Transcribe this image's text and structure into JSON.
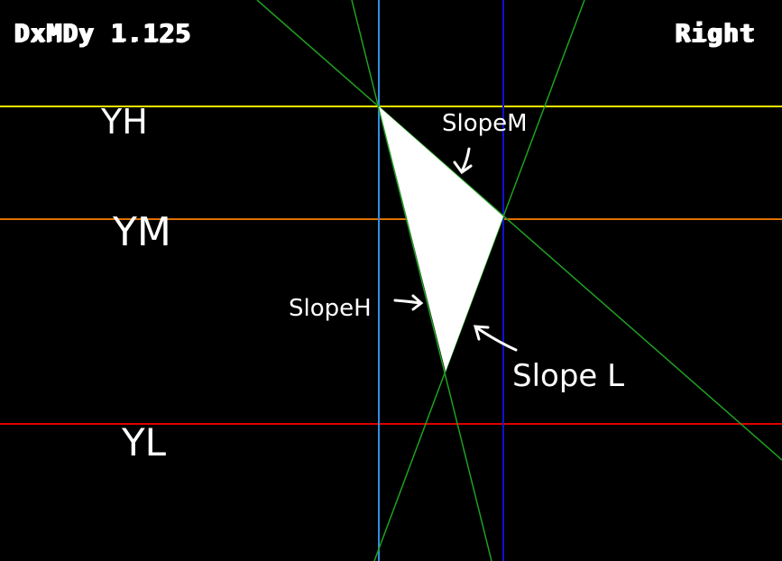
{
  "hud": {
    "left_label": "DxMDy 1.125",
    "right_label": "Right"
  },
  "labels": {
    "yh": "YH",
    "ym": "YM",
    "yl": "YL",
    "slope_m": "SlopeM",
    "slope_h": "SlopeH",
    "slope_l": "Slope L"
  },
  "colors": {
    "background": "#000000",
    "yh_line": "#f0f000",
    "ym_line": "#e07000",
    "yl_line": "#e00000",
    "left_vertical": "#3090e0",
    "right_vertical": "#1010d0",
    "slope_lines": "#20a020",
    "triangle": "#ffffff"
  }
}
